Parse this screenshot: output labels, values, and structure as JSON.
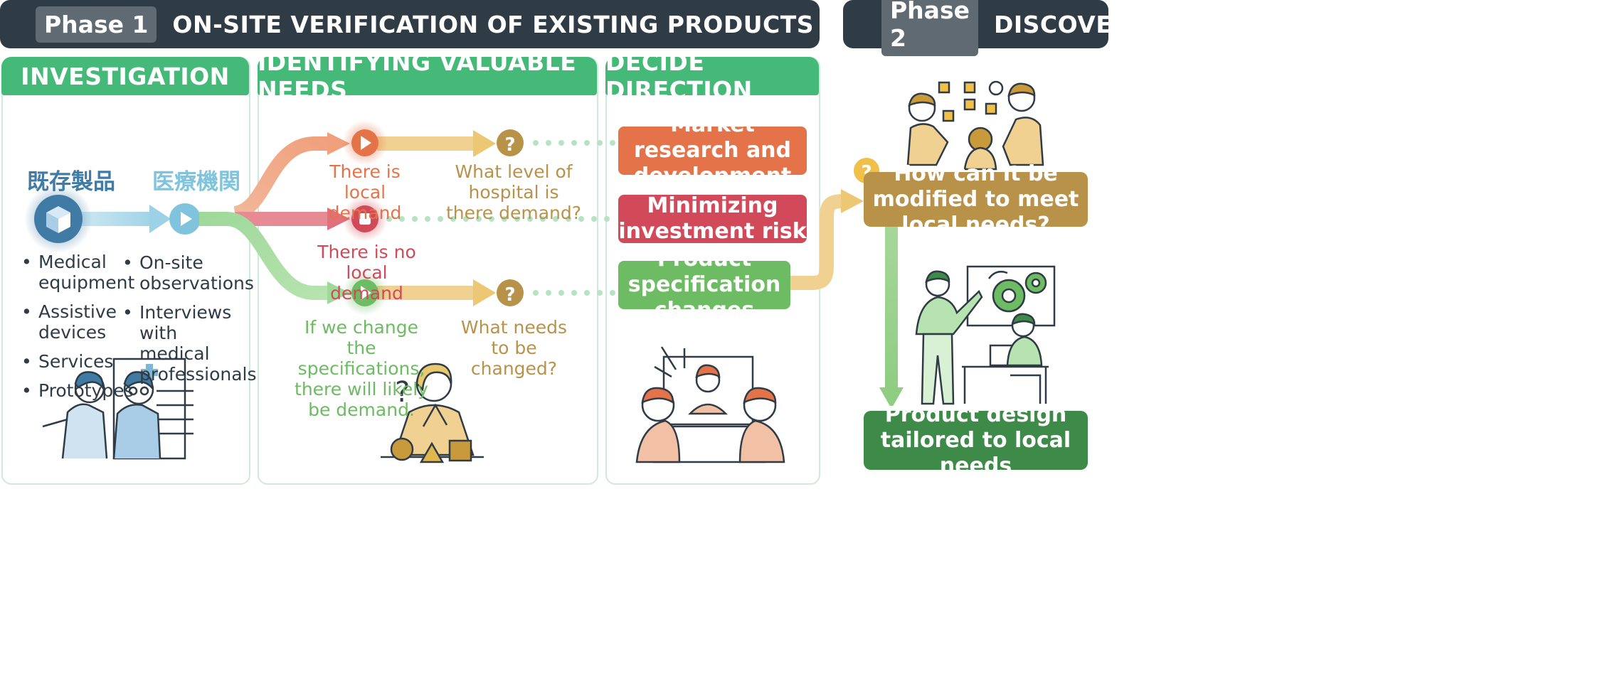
{
  "phase1": {
    "tag": "Phase 1",
    "title": "ON-SITE VERIFICATION OF EXISTING PRODUCTS"
  },
  "phase2": {
    "tag": "Phase 2",
    "title": "DISCOVERY"
  },
  "investigation": {
    "heading": "INVESTIGATION",
    "existing_products": "既存製品",
    "medical_institution": "医療機関",
    "products_list": [
      "Medical equipment",
      "Assistive devices",
      "Services",
      "Prototypes"
    ],
    "methods_list": [
      "On-site observations",
      "Interviews with medical professionals"
    ]
  },
  "needs": {
    "heading": "IDENTIFYING VALUABLE NEEDS",
    "local_demand": "There is local demand",
    "no_local_demand": "There is no local demand",
    "change_specs": "If we change the specifications, there will likely be demand.",
    "hospital_level_question": "What level of hospital is there demand?",
    "what_change_question": "What needs to be changed?"
  },
  "direction": {
    "heading": "DECIDE DIRECTION",
    "market": "Market research and development",
    "risk": "Minimizing investment risk",
    "spec": "Product specification changes"
  },
  "discovery": {
    "question": "How can it be modified to meet local needs?",
    "result": "Product design tailored to local needs"
  },
  "colors": {
    "dark": "#2f3b45",
    "green": "#45b978",
    "orange": "#e5734a",
    "red": "#d24a5a",
    "mid_green": "#6dbb62",
    "gold": "#b9924a",
    "dark_green": "#3e8a49",
    "blue": "#3f7ba5",
    "light_blue": "#7fc3dc"
  }
}
